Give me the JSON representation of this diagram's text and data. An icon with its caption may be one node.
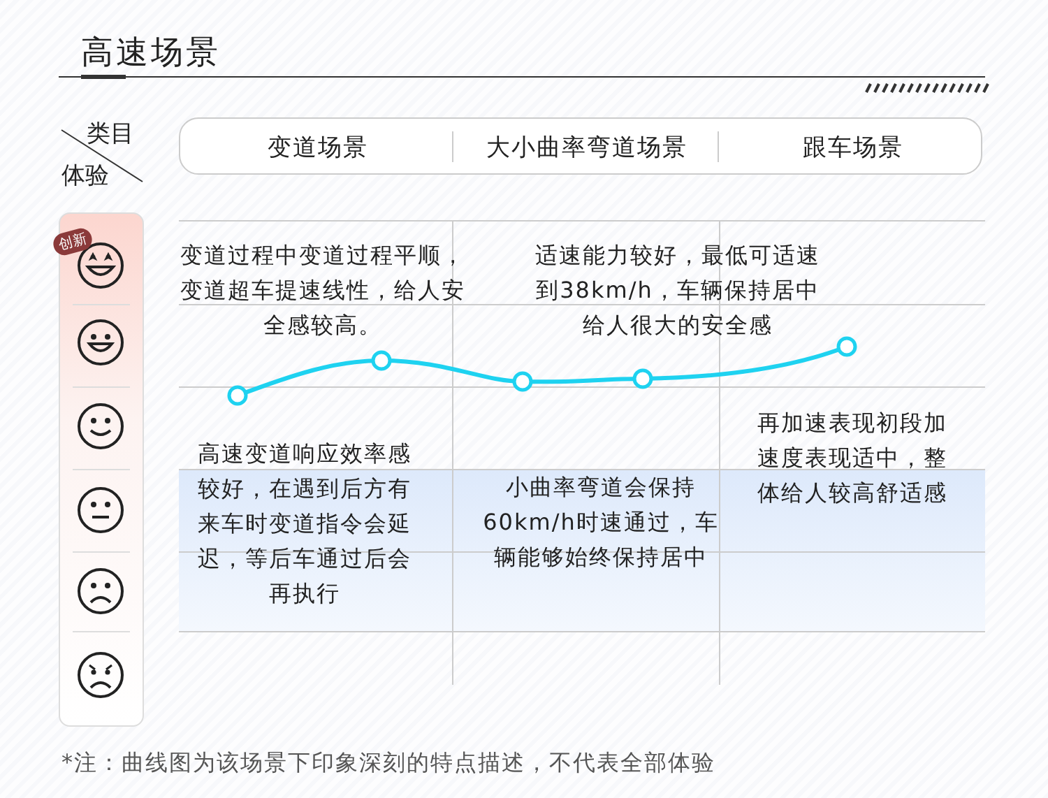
{
  "diagram": {
    "title": "高速场景",
    "caption": "*注：曲线图为该场景下印象深刻的特点描述，不代表全部体验",
    "labels": [
      "类目",
      "体验",
      "变道场景",
      "大小曲率弯道场景",
      "跟车场景",
      "创新",
      "变道过程中变道过程平顺，变道超车提速线性，给人安全感较高。",
      "适速能力较好，最低可适速到38km/h，车辆保持居中给人很大的安全感",
      "再加速表现初段加速度表现适中，整体给人较高舒适感",
      "高速变道响应效率感较好，在遇到后方有来车时变道指令会延迟，等后车通过后会再执行",
      "小曲率弯道会保持60km/h时速通过，车辆能够始终保持居中"
    ]
  }
}
